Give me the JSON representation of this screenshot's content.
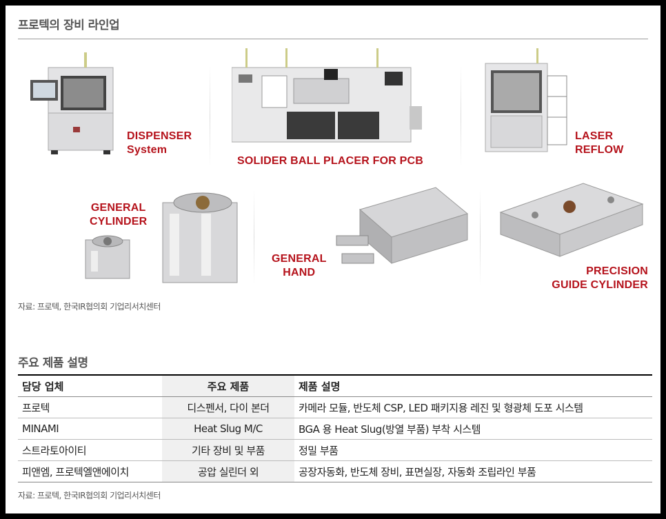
{
  "section1": {
    "title": "프로텍의 장비 라인업"
  },
  "labels": {
    "dispenser": [
      "DISPENSER",
      "System"
    ],
    "solder": [
      "SOLIDER BALL PLACER FOR PCB"
    ],
    "laser": [
      "LASER",
      "REFLOW"
    ],
    "cylinder": [
      "GENERAL",
      "CYLINDER"
    ],
    "hand": [
      "GENERAL",
      "HAND"
    ],
    "guide": [
      "PRECISION",
      "GUIDE CYLINDER"
    ]
  },
  "source1": "자료: 프로텍, 한국IR협의회 기업리서치센터",
  "section2": {
    "title": "주요 제품 설명"
  },
  "table": {
    "headers": [
      "담당 업체",
      "주요 제품",
      "제품 설명"
    ],
    "rows": [
      [
        "프로텍",
        "디스펜서, 다이 본더",
        "카메라 모듈, 반도체 CSP, LED 패키지용 레진 및 형광체 도포 시스템"
      ],
      [
        "MINAMI",
        "Heat Slug M/C",
        "BGA 용 Heat Slug(방열 부품) 부착 시스템"
      ],
      [
        "스트라토아이티",
        "기타 장비 및 부품",
        "정밀 부품"
      ],
      [
        "피앤엠, 프로텍엘앤에이치",
        "공압 실린더 외",
        "공장자동화, 반도체 장비, 표면실장, 자동화 조립라인 부품"
      ]
    ]
  },
  "source2": "자료: 프로텍, 한국IR협의회 기업리서치센터"
}
